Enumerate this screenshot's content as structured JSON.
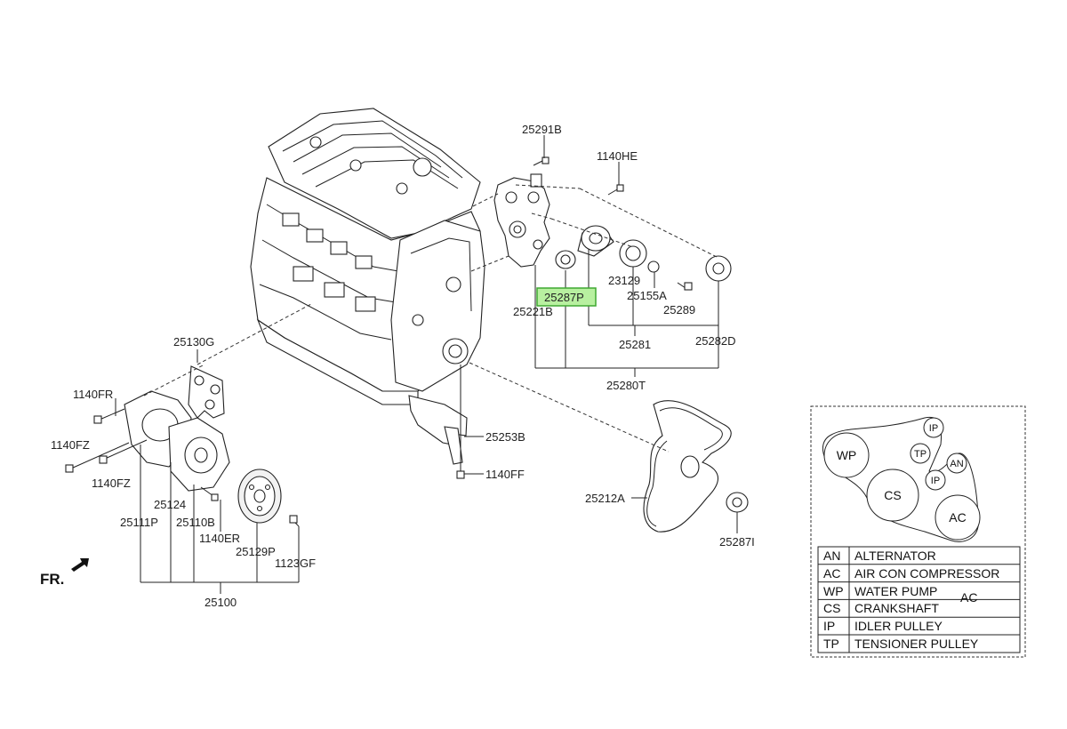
{
  "diagram": {
    "parts": {
      "p25291B": "25291B",
      "p1140HE": "1140HE",
      "p25287P": "25287P",
      "p25221B": "25221B",
      "p23129": "23129",
      "p25155A": "25155A",
      "p25289": "25289",
      "p25281": "25281",
      "p25282D": "25282D",
      "p25280T": "25280T",
      "p25130G": "25130G",
      "p1140FR": "1140FR",
      "p1140FZ_a": "1140FZ",
      "p1140FZ_b": "1140FZ",
      "p25124": "25124",
      "p25111P": "25111P",
      "p25110B": "25110B",
      "p1140ER": "1140ER",
      "p25129P": "25129P",
      "p1123GF": "1123GF",
      "p25100": "25100",
      "p25253B": "25253B",
      "p1140FF": "1140FF",
      "p25212A": "25212A",
      "p25287I": "25287I"
    },
    "fr_label": "FR.",
    "highlight_color": "#b8f0a0"
  },
  "routing": {
    "pulleys": {
      "wp": "WP",
      "ip_top": "IP",
      "tp": "TP",
      "an": "AN",
      "cs": "CS",
      "ip_low": "IP",
      "ac": "AC"
    },
    "stray_label": "AC"
  },
  "legend": {
    "rows": [
      {
        "code": "AN",
        "name": "ALTERNATOR"
      },
      {
        "code": "AC",
        "name": "AIR CON COMPRESSOR"
      },
      {
        "code": "WP",
        "name": "WATER PUMP"
      },
      {
        "code": "CS",
        "name": "CRANKSHAFT"
      },
      {
        "code": "IP",
        "name": "IDLER PULLEY"
      },
      {
        "code": "TP",
        "name": "TENSIONER PULLEY"
      }
    ]
  }
}
